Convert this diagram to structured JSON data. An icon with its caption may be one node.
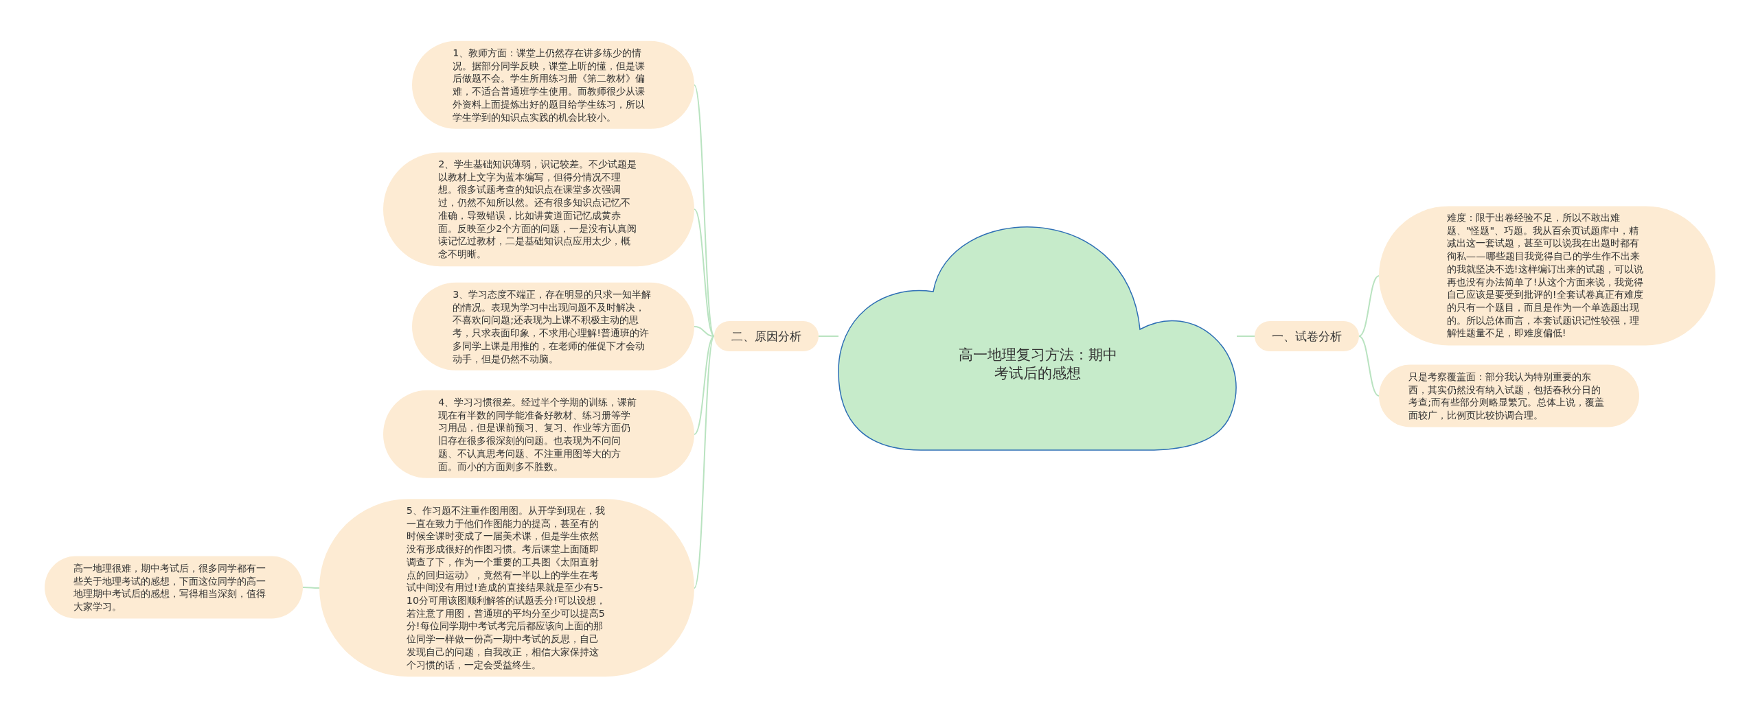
{
  "diagram": {
    "nodes": [
      {
        "text": [
          "高一地理复习方法：期中考试后的感想"
        ]
      },
      {
        "text": [
          "二、原因分析"
        ]
      },
      {
        "text": [
          "1、教师方面：课堂上仍然存在讲多练少的情况。据部分同学反映，课堂上听的懂，但是课后做题不会。学生所用练习册《第二教材》偏难，不适合普通班学生使用。而教师很少从课外资料上面提炼出好的题目给学生练习，所以学生学到的知识点实践的机会比较小。"
        ]
      },
      {
        "text": [
          "2、学生基础知识薄弱，识记较差。不少试题是以教材上文字为蓝本编写，但得分情况不理想。很多试题考查的知识点在课堂多次强调过，仍然不知所以然。还有很多知识点记忆不准确，导致错误，比如讲黄道面记忆成黄赤面。反映至少2个方面的问题，一是没有认真阅读记忆过教材，二是基础知识点应用太少，概念不明晰。"
        ]
      },
      {
        "text": [
          "3、学习态度不端正，存在明显的只求一知半解的情况。表现为学习中出现问题不及时解决，不喜欢问问题;还表现为上课不积极主动的思考，只求表面印象，不求用心理解!普通班的许多同学上课是用推的，在老师的催促下才会动动手，但是仍然不动脑。"
        ]
      },
      {
        "text": [
          "4、学习习惯很差。经过半个学期的训练，课前现在有半数的同学能准备好教材、练习册等学习用品，但是课前预习、复习、作业等方面仍旧存在很多很深刻的问题。也表现为不问问题、不认真思考问题、不注重用图等大的方面。而小的方面则多不胜数。"
        ]
      },
      {
        "text": [
          "5、作习题不注重作图用图。从开学到现在，我一直在致力于他们作图能力的提高，甚至有的时候全课时变成了一届美术课，但是学生依然没有形成很好的作图习惯。考后课堂上面随即调查了下，作为一个重要的工具图《太阳直射点的回归运动》，竟然有一半以上的学生在考试中间没有用过!造成的直接结果就是至少有5-10分可用该图顺利解答的试题丢分!可以设想，若注意了用图，普通班的平均分至少可以提高5分!每位同学期中考试考完后都应该向上面的那位同学一样做一份高一期中考试的反思，自己发现自己的问题，自我改正，相信大家保持这个习惯的话，一定会受益终生。"
        ]
      },
      {
        "text": [
          "高一地理很难，期中考试后，很多同学都有一些关于地理考试的感想，下面这位同学的高一地理期中考试后的感想，写得相当深刻，值得大家学习。"
        ]
      },
      {
        "text": [
          "一、试卷分析"
        ]
      },
      {
        "text": [
          "难度：限于出卷经验不足，所以不敢出难题、\"怪题\"、巧题。我从百余页试题库中，精减出这一套试题，甚至可以说我在出题时都有徇私——哪些题目我觉得自己的学生作不出来的我就坚决不选!这样编订出来的试题，可以说再也没有办法简单了!从这个方面来说，我觉得自己应该是要受到批评的!全套试卷真正有难度的只有一个题目，而且是作为一个单选题出现的。所以总体而言，本套试题识记性较强，理解性题量不足，即难度偏低!"
        ]
      },
      {
        "text": [
          "只是考察覆盖面：部分我认为特别重要的东西，其实仍然没有纳入试题，包括春秋分日的考查;而有些部分则略显繁冗。总体上说，覆盖面较广，比例页比较协调合理。"
        ]
      }
    ],
    "edges": [
      {
        "from": 0,
        "to": 1,
        "arrow": "none"
      },
      {
        "from": 1,
        "to": 2,
        "arrow": "none"
      },
      {
        "from": 1,
        "to": 3,
        "arrow": "none"
      },
      {
        "from": 1,
        "to": 4,
        "arrow": "none"
      },
      {
        "from": 1,
        "to": 5,
        "arrow": "none"
      },
      {
        "from": 1,
        "to": 6,
        "arrow": "none"
      },
      {
        "from": 6,
        "to": 7,
        "arrow": "none"
      },
      {
        "from": 0,
        "to": 8,
        "arrow": "none"
      },
      {
        "from": 8,
        "to": 9,
        "arrow": "none"
      },
      {
        "from": 8,
        "to": 10,
        "arrow": "none"
      }
    ]
  }
}
